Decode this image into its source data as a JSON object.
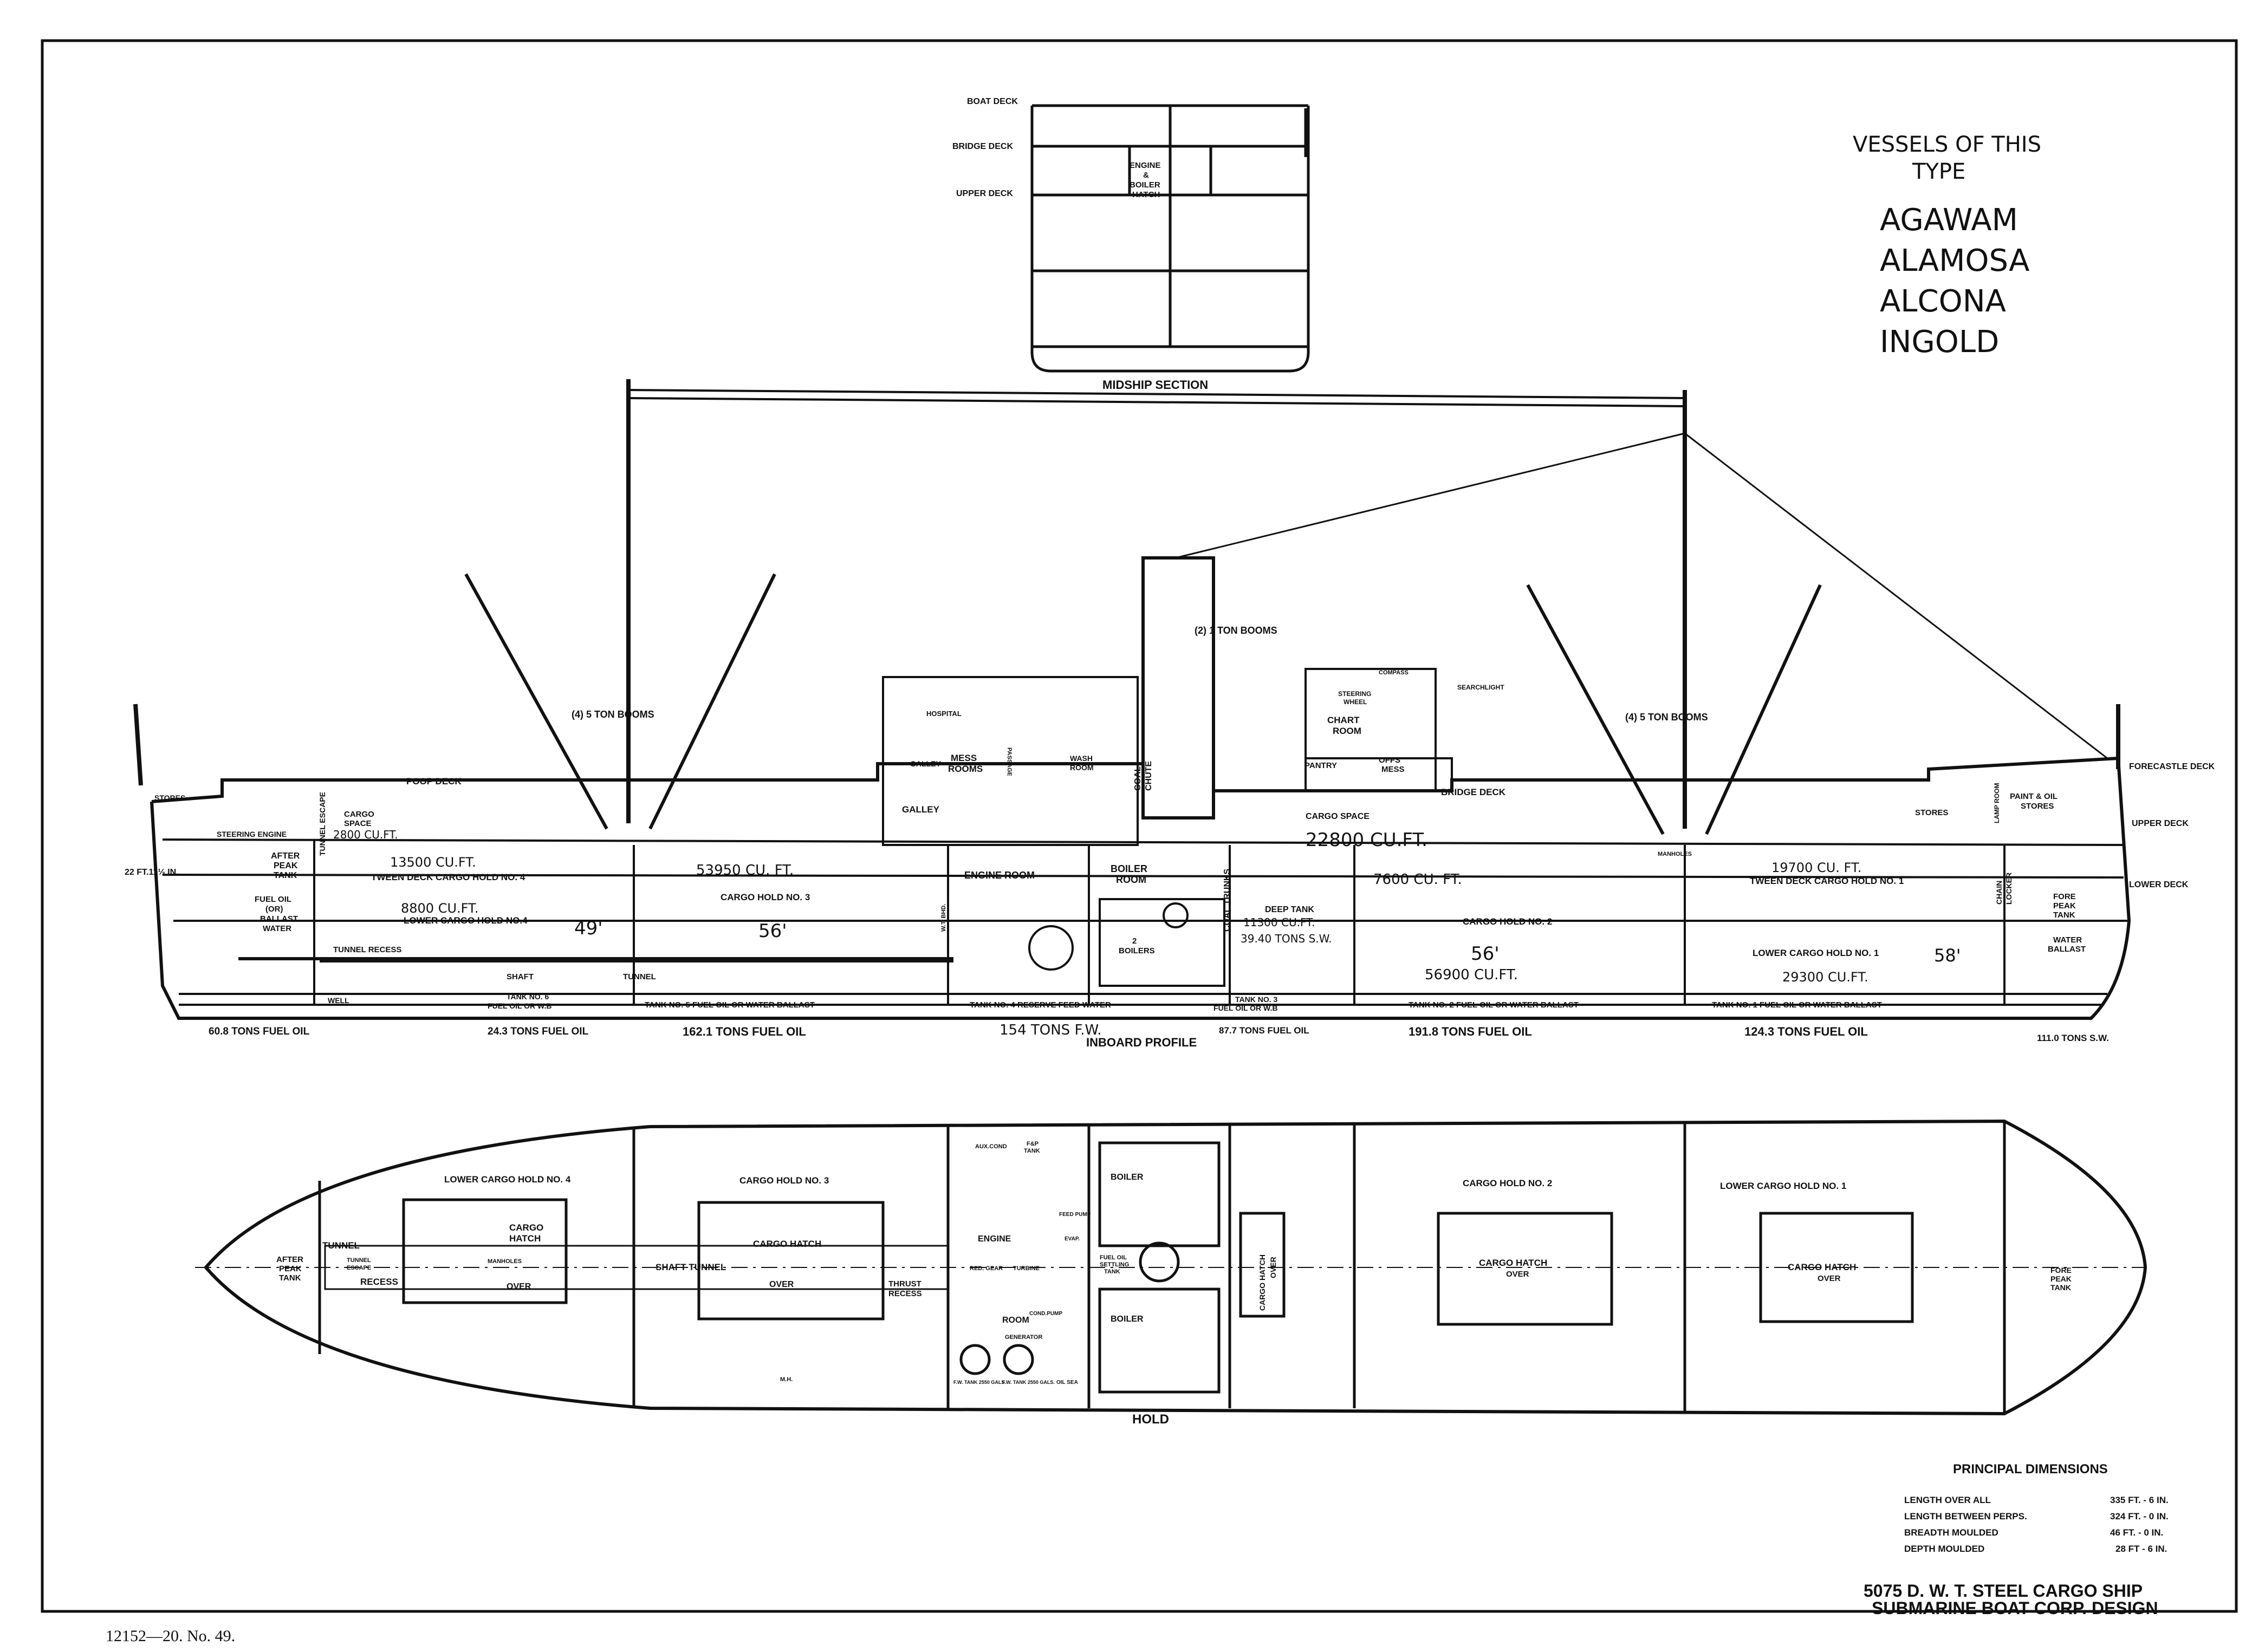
{
  "vessels": {
    "heading_line1": "VESSELS OF THIS",
    "heading_line2": "TYPE",
    "names": [
      "AGAWAM",
      "ALAMOSA",
      "ALCONA",
      "INGOLD"
    ]
  },
  "midship": {
    "title": "MIDSHIP SECTION",
    "boat_deck": "BOAT DECK",
    "bridge_deck": "BRIDGE DECK",
    "upper_deck": "UPPER DECK",
    "engine1": "ENGINE",
    "engine2": "&",
    "engine3": "BOILER",
    "engine4": "HATCH"
  },
  "profile": {
    "title": "INBOARD PROFILE",
    "booms_aft": "(4) 5 TON BOOMS",
    "booms_fwd": "(4) 5 TON BOOMS",
    "booms_mid": "(2) 1 TON BOOMS",
    "poop_deck": "POOP DECK",
    "bridge_deck": "BRIDGE DECK",
    "forecastle_deck": "FORECASTLE DECK",
    "upper_deck": "UPPER DECK",
    "lower_deck": "LOWER DECK",
    "draft": "22 FT.11½ IN.",
    "stores_aft": "STORES",
    "steering_engine": "STEERING ENGINE",
    "tunnel_escape": "TUNNEL ESCAPE",
    "cargo_space_aft1": "CARGO",
    "cargo_space_aft2": "SPACE",
    "cargo_space_aft3": "2800 CU.FT.",
    "after_peak_1": "AFTER",
    "after_peak_2": "PEAK",
    "after_peak_3": "TANK",
    "fuel_oil_1": "FUEL OIL",
    "fuel_oil_2": "(OR)",
    "fuel_oil_3": "BALLAST",
    "fuel_oil_4": "WATER",
    "tween4_cuft": "13500 CU.FT.",
    "tween4_label": "TWEEN DECK CARGO HOLD NO. 4",
    "lower4_cuft": "8800 CU.FT.",
    "lower4_label": "LOWER CARGO HOLD NO.4",
    "dim_49": "49'",
    "hold3_cuft": "53950 CU. FT.",
    "hold3_label": "CARGO HOLD NO. 3",
    "dim_56a": "56'",
    "tunnel_recess": "TUNNEL RECESS",
    "shaft": "SHAFT",
    "tunnel": "TUNNEL",
    "well": "WELL",
    "tank6_1": "TANK NO. 6",
    "tank6_2": "FUEL OIL OR W.B",
    "tank5": "TANK NO. 5 FUEL OIL OR WATER BALLAST",
    "tank4": "TANK NO. 4 RESERVE FEED WATER",
    "tank3_1": "TANK NO. 3",
    "tank3_2": "FUEL OIL OR W.B",
    "tank2": "TANK NO. 2 FUEL OIL OR WATER BALLAST",
    "tank1": "TANK NO. 1 FUEL OIL OR WATER BALLAST",
    "fuel_608": "60.8 TONS FUEL OIL",
    "fuel_243": "24.3 TONS FUEL OIL",
    "fuel_1621": "162.1 TONS FUEL OIL",
    "fw_1541": "154 TONS F.W.",
    "fuel_877": "87.7 TONS FUEL OIL",
    "fuel_1918": "191.8 TONS FUEL OIL",
    "fuel_1243": "124.3 TONS FUEL OIL",
    "sw_1110": "111.0 TONS S.W.",
    "hospital": "HOSPITAL",
    "galley": "GALLEY",
    "galley2": "GALLEY",
    "mess_rooms_1": "MESS",
    "mess_rooms_2": "ROOMS",
    "wash_room_1": "WASH",
    "wash_room_2": "ROOM",
    "coal_chute_1": "COAL",
    "coal_chute_2": "CHUTE",
    "passage": "PASSAGE",
    "engine_room": "ENGINE ROOM",
    "boiler_room_1": "BOILER",
    "boiler_room_2": "ROOM",
    "boilers_1": "2",
    "boilers_2": "BOILERS",
    "coal_trunks": "COAL TRUNKS",
    "deep_tank": "DEEP TANK",
    "deep_cuft": "11300 CU.FT.",
    "deep_tons": "39.40 TONS S.W.",
    "chart_room_1": "CHART",
    "chart_room_2": "ROOM",
    "steering_wheel_1": "STEERING",
    "steering_wheel_2": "WHEEL",
    "compass": "COMPASS",
    "searchlight": "SEARCHLIGHT",
    "pantry": "PANTRY",
    "offs_mess_1": "OFFS'",
    "offs_mess_2": "MESS",
    "cargo_space_mid": "CARGO SPACE",
    "cargo_space_mid_cuft": "22800 CU.FT.",
    "cuft_7600": "7600 CU. FT.",
    "hold2_label": "CARGO HOLD NO. 2",
    "dim_56b": "56'",
    "hold2_cuft": "56900 CU.FT.",
    "tween1_cuft": "19700 CU. FT.",
    "tween1_label": "TWEEN DECK CARGO HOLD NO. 1",
    "lower1_label": "LOWER CARGO HOLD NO. 1",
    "dim_58": "58'",
    "lower1_cuft": "29300 CU.FT.",
    "stores_fwd": "STORES",
    "lamp_room": "LAMP ROOM",
    "paint_oil_1": "PAINT & OIL",
    "paint_oil_2": "STORES",
    "chain_locker_1": "CHAIN",
    "chain_locker_2": "LOCKER",
    "fore_peak_1": "FORE",
    "fore_peak_2": "PEAK",
    "fore_peak_3": "TANK",
    "water_ballast_1": "WATER",
    "water_ballast_2": "BALLAST",
    "manholes": "MANHOLES",
    "wt_bhd": "W.T. BHD."
  },
  "plan": {
    "title": "HOLD",
    "after_peak_1": "AFTER",
    "after_peak_2": "PEAK",
    "after_peak_3": "TANK",
    "tunnel": "TUNNEL",
    "recess": "RECESS",
    "tunnel_escape_1": "TUNNEL",
    "tunnel_escape_2": "ESCAPE",
    "lower4": "LOWER CARGO HOLD NO. 4",
    "cargo_hatch_1": "CARGO",
    "cargo_hatch_2": "HATCH",
    "manholes": "MANHOLES",
    "over": "OVER",
    "hold3": "CARGO HOLD NO. 3",
    "hold3_hatch": "CARGO HATCH",
    "hold3_over": "OVER",
    "shaft_tunnel": "SHAFT   TUNNEL",
    "thrust_1": "THRUST",
    "thrust_2": "RECESS",
    "aux_cond": "AUX.COND",
    "fw_tank_1": "F&P",
    "fw_tank_2": "TANK",
    "engine": "ENGINE",
    "room": "ROOM",
    "evap": "EVAP.",
    "feed_pump": "FEED PUMP",
    "turbine": "TURBINE",
    "red_gear": "RED. GEAR",
    "cond_pump": "COND.PUMP",
    "generator": "GENERATOR",
    "fw_tank_a": "F.W. TANK 2550 GALS.",
    "fw_tank_b": "F.W. TANK 2550 GALS.",
    "oil_sea": "OIL SEA",
    "boiler_a": "BOILER",
    "boiler_b": "BOILER",
    "fuel_settling_1": "FUEL OIL",
    "fuel_settling_2": "SETTLING",
    "fuel_settling_3": "TANK",
    "hatch_over_1": "CARGO HATCH",
    "hatch_over_2": "OVER",
    "hold2": "CARGO HOLD NO. 2",
    "hold2_hatch": "CARGO HATCH",
    "hold2_over": "OVER",
    "lower1": "LOWER CARGO HOLD NO. 1",
    "hold1_hatch": "CARGO HATCH",
    "hold1_over": "OVER",
    "fore_peak_1": "FORE",
    "fore_peak_2": "PEAK",
    "fore_peak_3": "TANK",
    "mh": "M.H."
  },
  "dimensions": {
    "title": "PRINCIPAL DIMENSIONS",
    "rows": [
      {
        "label": "LENGTH OVER ALL",
        "value": "335 FT. - 6 IN."
      },
      {
        "label": "LENGTH BETWEEN PERPS.",
        "value": "324 FT. - 0 IN."
      },
      {
        "label": "BREADTH MOULDED",
        "value": "46 FT. - 0 IN."
      },
      {
        "label": "DEPTH MOULDED",
        "value": "28 FT - 6 IN."
      }
    ]
  },
  "footer": {
    "line1": "5075 D. W. T. STEEL CARGO SHIP",
    "line2": "SUBMARINE BOAT CORP. DESIGN",
    "plate": "12152—20.  No. 49."
  }
}
